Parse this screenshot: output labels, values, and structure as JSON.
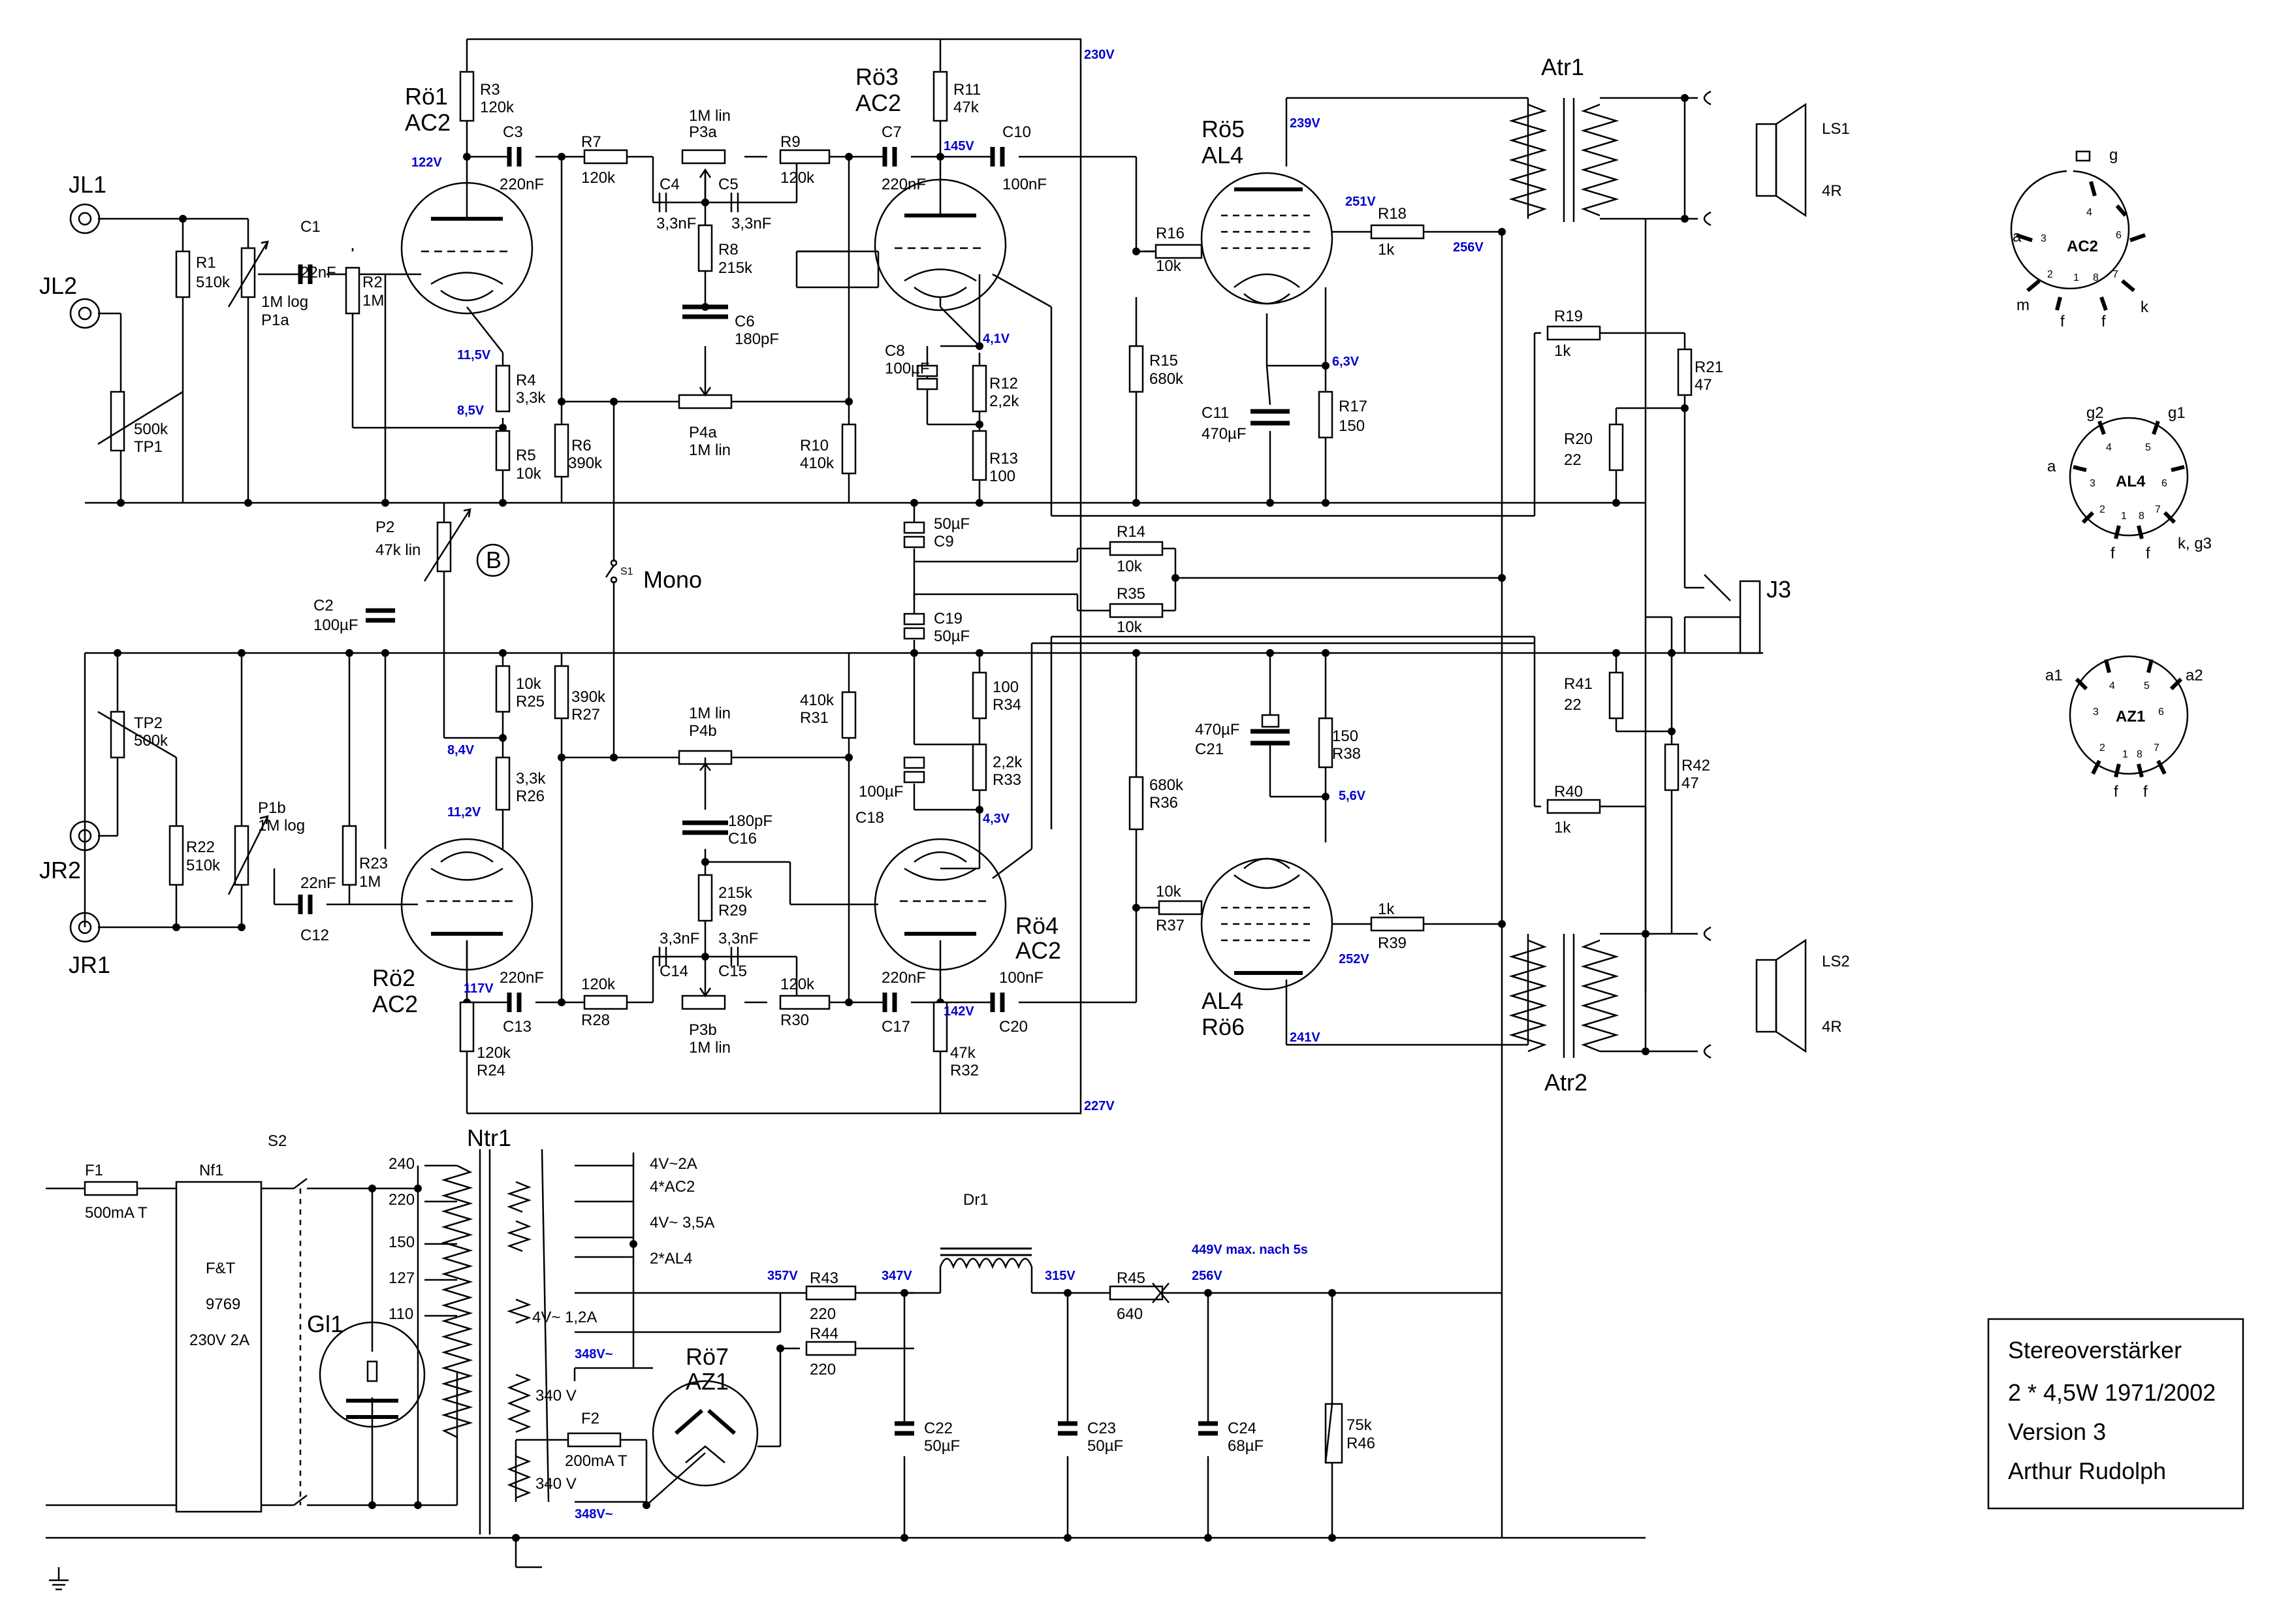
{
  "tubes": {
    "ro1": [
      "Rö1",
      "AC2"
    ],
    "ro2": [
      "Rö2",
      "AC2"
    ],
    "ro3": [
      "Rö3",
      "AC2"
    ],
    "ro4": [
      "Rö4",
      "AC2"
    ],
    "ro5": [
      "Rö5",
      "AL4"
    ],
    "ro6": [
      "AL4",
      "Rö6"
    ],
    "ro7": [
      "Rö7",
      "AZ1"
    ]
  },
  "jacks": {
    "jl1": "JL1",
    "jl2": "JL2",
    "jr1": "JR1",
    "jr2": "JR2",
    "j3": "J3"
  },
  "transformers": {
    "atr1": "Atr1",
    "atr2": "Atr2",
    "ntr1": "Ntr1",
    "dr1": "Dr1"
  },
  "speakers": {
    "ls1": [
      "LS1",
      "4R"
    ],
    "ls2": [
      "LS2",
      "4R"
    ]
  },
  "mains": {
    "f1": [
      "F1",
      "500mA T"
    ],
    "nf1": "Nf1",
    "s2": "S2",
    "filter": [
      "F&T",
      "9769",
      "230V 2A"
    ],
    "gl1": "Gl1",
    "f2": [
      "F2",
      "200mA T"
    ]
  },
  "taps": [
    "240",
    "220",
    "150",
    "127",
    "110"
  ],
  "windings": [
    "4V~2A",
    "4*AC2",
    "4V~ 3,5A",
    "2*AL4",
    "4V~ 1,2A",
    "340 V",
    "340 V"
  ],
  "mono": {
    "label": "Mono",
    "sw": "S1",
    "b": "B"
  },
  "components": {
    "r1": [
      "R1",
      "510k"
    ],
    "p1a": [
      "1M log",
      "P1a"
    ],
    "tp1": [
      "500k",
      "TP1"
    ],
    "c1": [
      "C1",
      "22nF"
    ],
    "r2": [
      "R2",
      "1M"
    ],
    "r3": [
      "R3",
      "120k"
    ],
    "c3": [
      "C3",
      "220nF"
    ],
    "r4": [
      "R4",
      "3,3k"
    ],
    "r5": [
      "R5",
      "10k"
    ],
    "r6": [
      "R6",
      "390k"
    ],
    "r7": [
      "R7",
      "120k"
    ],
    "p3a": [
      "1M lin",
      "P3a"
    ],
    "c4": [
      "C4",
      "3,3nF"
    ],
    "c5": [
      "C5",
      "3,3nF"
    ],
    "r8": [
      "R8",
      "215k"
    ],
    "c6": [
      "C6",
      "180pF"
    ],
    "p4a": [
      "P4a",
      "1M lin"
    ],
    "r9": [
      "R9",
      "120k"
    ],
    "r10": [
      "R10",
      "410k"
    ],
    "c7": [
      "C7",
      "220nF"
    ],
    "r11": [
      "R11",
      "47k"
    ],
    "c10": [
      "C10",
      "100nF"
    ],
    "c8": [
      "C8",
      "100µF"
    ],
    "r12": [
      "R12",
      "2,2k"
    ],
    "r13": [
      "R13",
      "100"
    ],
    "c9": [
      "50µF",
      "C9"
    ],
    "r16": [
      "R16",
      "10k"
    ],
    "r15": [
      "R15",
      "680k"
    ],
    "r18": [
      "R18",
      "1k"
    ],
    "c11": [
      "C11",
      "470µF"
    ],
    "r17": [
      "R17",
      "150"
    ],
    "r19": [
      "R19",
      "1k"
    ],
    "r21": [
      "R21",
      "47"
    ],
    "r20": [
      "R20",
      "22"
    ],
    "r14": [
      "R14",
      "10k"
    ],
    "r35": [
      "R35",
      "10k"
    ],
    "c19": [
      "C19",
      "50µF"
    ],
    "p2": [
      "P2",
      "47k lin"
    ],
    "c2": [
      "C2",
      "100µF"
    ],
    "tp2": [
      "TP2",
      "500k"
    ],
    "p1b": [
      "P1b",
      "1M log"
    ],
    "r22": [
      "R22",
      "510k"
    ],
    "c12": [
      "22nF",
      "C12"
    ],
    "r23": [
      "R23",
      "1M"
    ],
    "r25": [
      "10k",
      "R25"
    ],
    "r27": [
      "390k",
      "R27"
    ],
    "r26": [
      "3,3k",
      "R26"
    ],
    "p4b": [
      "1M lin",
      "P4b"
    ],
    "r31": [
      "410k",
      "R31"
    ],
    "c16": [
      "180pF",
      "C16"
    ],
    "r29": [
      "215k",
      "R29"
    ],
    "c14": [
      "3,3nF",
      "C14"
    ],
    "c15": [
      "3,3nF",
      "C15"
    ],
    "r34": [
      "100",
      "R34"
    ],
    "r33": [
      "2,2k",
      "R33"
    ],
    "c18": [
      "100µF",
      "C18"
    ],
    "c21": [
      "470µF",
      "C21"
    ],
    "r38": [
      "150",
      "R38"
    ],
    "r36": [
      "680k",
      "R36"
    ],
    "r37": [
      "10k",
      "R37"
    ],
    "r39": [
      "1k",
      "R39"
    ],
    "r41": [
      "R41",
      "22"
    ],
    "r42": [
      "R42",
      "47"
    ],
    "r40": [
      "R40",
      "1k"
    ],
    "c13": [
      "220nF",
      "C13"
    ],
    "r28": [
      "120k",
      "R28"
    ],
    "p3b": [
      "P3b",
      "1M lin"
    ],
    "r30": [
      "120k",
      "R30"
    ],
    "c17": [
      "220nF",
      "C17"
    ],
    "c20": [
      "100nF",
      "C20"
    ],
    "r24": [
      "120k",
      "R24"
    ],
    "r32": [
      "47k",
      "R32"
    ],
    "r43": [
      "R43",
      "220"
    ],
    "r44": [
      "R44",
      "220"
    ],
    "r45": [
      "R45",
      "640"
    ],
    "r46": [
      "75k",
      "R46"
    ],
    "c22": [
      "C22",
      "50µF"
    ],
    "c23": [
      "C23",
      "50µF"
    ],
    "c24": [
      "C24",
      "68µF"
    ]
  },
  "voltages": [
    "230V",
    "122V",
    "145V",
    "239V",
    "251V",
    "256V",
    "11,5V",
    "8,5V",
    "4,1V",
    "6,3V",
    "8,4V",
    "11,2V",
    "4,3V",
    "5,6V",
    "117V",
    "142V",
    "252V",
    "241V",
    "227V",
    "357V",
    "347V",
    "315V",
    "449V max. nach 5s",
    "256V",
    "348V~",
    "348V~"
  ],
  "pinouts": {
    "ac2": {
      "name": "AC2",
      "g": "g",
      "a": "a",
      "m": "m",
      "k": "k",
      "f1": "f",
      "f2": "f"
    },
    "al4": {
      "name": "AL4",
      "g2": "g2",
      "g1": "g1",
      "a": "a",
      "f1": "f",
      "f2": "f",
      "kg3": "k, g3"
    },
    "az1": {
      "name": "AZ1",
      "a1": "a1",
      "a2": "a2",
      "f1": "f",
      "f2": "f"
    },
    "pins": [
      "1",
      "2",
      "3",
      "4",
      "5",
      "6",
      "7",
      "8"
    ]
  },
  "title_block": [
    "Stereoverstärker",
    "2 * 4,5W 1971/2002",
    "Version 3",
    "Arthur Rudolph"
  ]
}
